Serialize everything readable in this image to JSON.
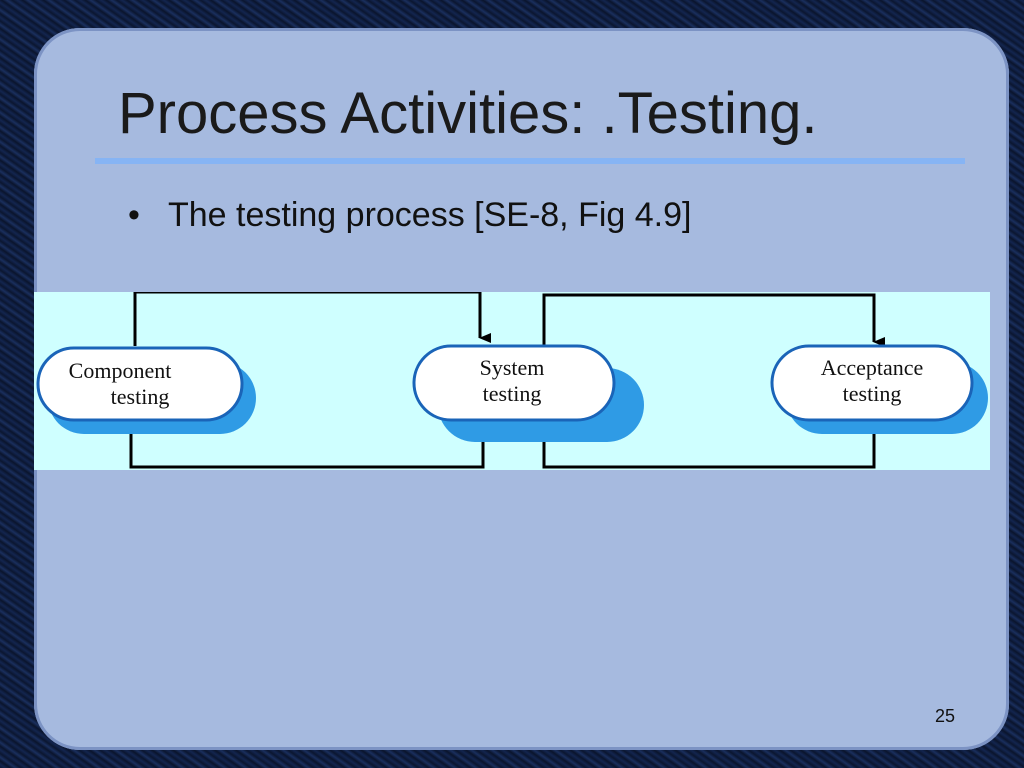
{
  "slide": {
    "title": "Process Activities: .Testing.",
    "bullets": [
      "The testing process [SE-8, Fig 4.9]"
    ],
    "page_number": "25"
  },
  "diagram": {
    "nodes": [
      {
        "line1": "Component",
        "line2": "testing"
      },
      {
        "line1": "System",
        "line2": "testing"
      },
      {
        "line1": "Acceptance",
        "line2": "testing"
      }
    ],
    "colors": {
      "background": "#cfffff",
      "node_fill": "#ffffff",
      "node_shadow": "#2f9be5",
      "node_border": "#1a64b8",
      "arrow": "#000000"
    }
  }
}
